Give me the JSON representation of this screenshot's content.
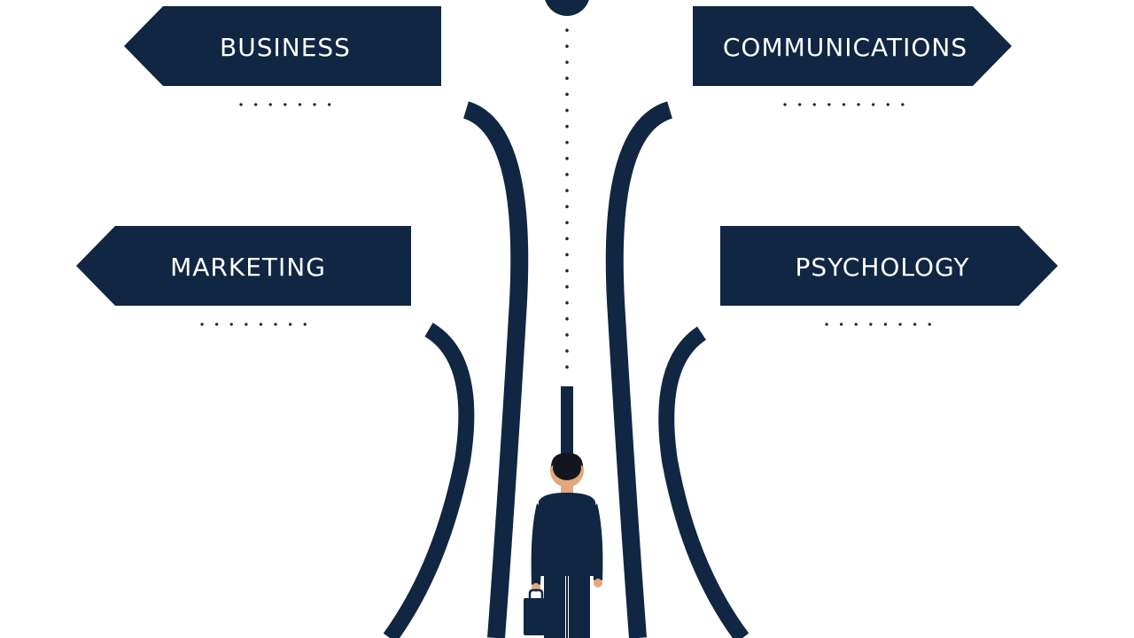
{
  "signs": {
    "business": {
      "label": "BUSINESS"
    },
    "communications": {
      "label": "COMMUNICATIONS"
    },
    "marketing": {
      "label": "MARKETING"
    },
    "psychology": {
      "label": "PSYCHOLOGY"
    }
  },
  "colors": {
    "navy": "#102642",
    "background": "#ffffff",
    "skin": "#e2a77a"
  },
  "icons": {
    "figure": "person-with-briefcase-icon",
    "briefcase": "briefcase-icon"
  }
}
